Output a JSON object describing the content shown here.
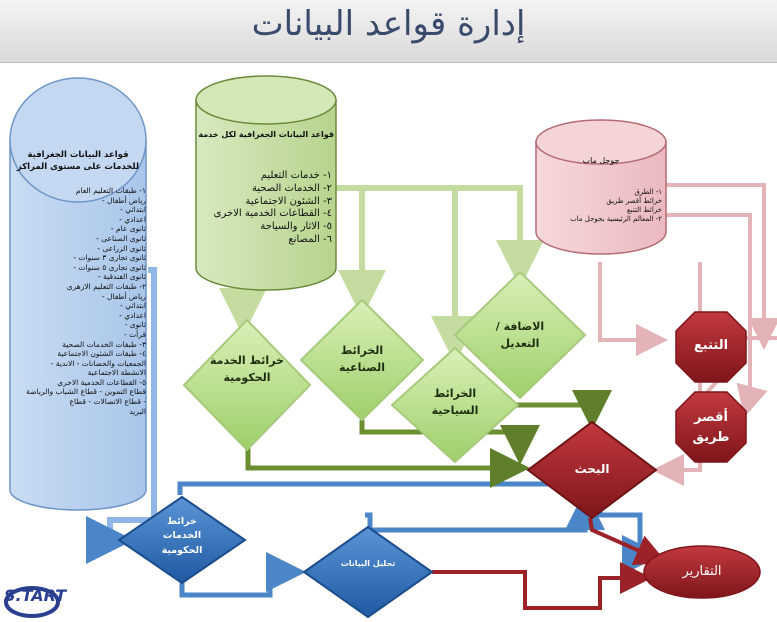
{
  "title": "إدارة قواعد البيانات",
  "left_db": {
    "heading": "قواعد البيانات الجغرافية للخدمات على مستوى المراكز",
    "items": [
      "١- طبقات التعليم العام",
      "رياض أطفال -",
      "ابتدائي -",
      "اعدادي -",
      "ثانوى عام -",
      "ثانوى الصناعى -",
      "ثانوى الزراعى -",
      "ثانوى تجارى ٣ سنوات -",
      "ثانوى تجارى ٥ سنوات -",
      "ثانوى الفندقية -",
      "٢- طبقات التعليم الازهرى",
      "رياض أطفال -",
      "ابتدائي -",
      "اعدادي -",
      "ثانوى -",
      "قرأت -",
      "٣- طبقات الخدمات الصحية",
      "٤- طبقات الشئون الاجتماعية",
      "الجمعيات والحضانات - الاندية -",
      "الانشطة الاجتماعية",
      "٥- القطاعات الخدمية الاخرى",
      "قطاع التموين - قطاع الشباب والرياضة",
      "- قطاع الاتصالات - قطاع",
      "البريد"
    ]
  },
  "center_db": {
    "heading": "قواعد البيانات الجغرافية لكل خدمة",
    "items": [
      "١- خدمات التعليم",
      "٢- الخدمات الصحية",
      "٣- الشئون الاجتماعية",
      "٤- القطاعات الخدمية الاخرى",
      "٥- الاثار والسياحة",
      "٦- المصانع"
    ]
  },
  "google_db": {
    "heading": "جوجل ماب",
    "items": [
      "١- الطرق",
      "خرائط أقصر طريق",
      "خرائط التتبع",
      "٢- المعالم الرئيسية بجوجل ماب"
    ]
  },
  "green_diamonds": {
    "government": "خرائط الخدمة الحكومية",
    "industrial": "الخرائط الصناعية",
    "tourism": "الخرائط السياحية",
    "edit": "الاضافة /التعديل"
  },
  "search": "البحث",
  "blue_diamonds": {
    "gov_maps": "خرائط الخدمات الحكومية",
    "analysis": "تحليل البيانات"
  },
  "tracking": "التتبع",
  "shortest": "أقصر طريق",
  "reports": "التقارير",
  "logo": "S.TART",
  "colors": {
    "green": "#7a9a3a",
    "green_light": "#c9e7a2",
    "blue": "#2f6fb8",
    "red": "#9b2226",
    "pink": "#e6b8bd"
  }
}
